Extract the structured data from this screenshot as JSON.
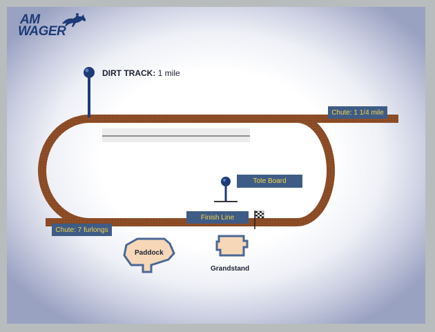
{
  "logo": {
    "line1": "AM",
    "line2": "WAGER"
  },
  "track": {
    "title_bold": "DIRT TRACK:",
    "title_rest": " 1 mile"
  },
  "labels": {
    "chute_long": "Chute: 1 1/4 mile",
    "chute_short": "Chute: 7 furlongs",
    "tote_board": "Tote Board",
    "finish_line": "Finish Line",
    "paddock": "Paddock",
    "grandstand": "Grandstand"
  },
  "colors": {
    "dirt": "#8a4a24",
    "navy": "#1d3b78",
    "label_bg": "#3f5c86",
    "label_text": "#f3d54a",
    "building_fill": "#f6d8b8",
    "building_stroke": "#4a6796"
  },
  "icons": [
    "marker-pin-icon",
    "checkered-flag-icon",
    "horse-rider-icon"
  ]
}
